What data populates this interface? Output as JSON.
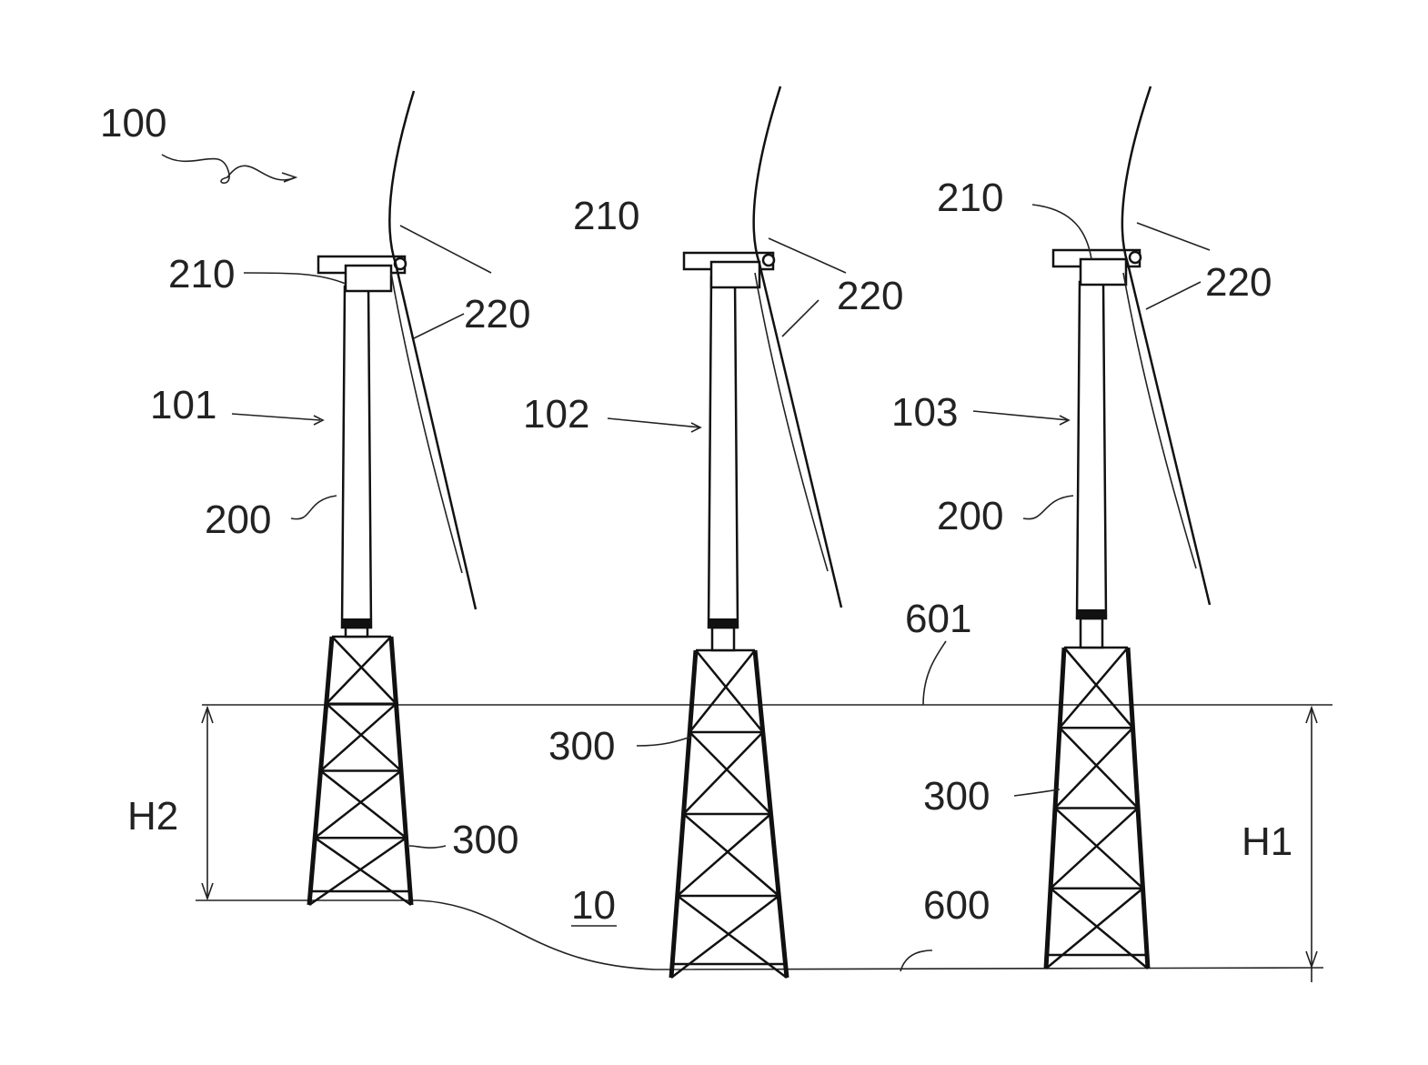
{
  "figure": {
    "system_ref": "100",
    "water_label": "10",
    "water_level_ref": "601",
    "seabed_ref": "600",
    "height_labels": {
      "h1": "H1",
      "h2": "H2"
    },
    "turbines": [
      {
        "ref": "101",
        "nacelle_ref": "210",
        "blade_ref": "220",
        "tower_ref": "200",
        "foundation_ref": "300"
      },
      {
        "ref": "102",
        "nacelle_ref": "210",
        "blade_ref": "220",
        "foundation_ref": "300"
      },
      {
        "ref": "103",
        "nacelle_ref": "210",
        "blade_ref": "220",
        "tower_ref": "200",
        "foundation_ref": "300"
      }
    ]
  }
}
